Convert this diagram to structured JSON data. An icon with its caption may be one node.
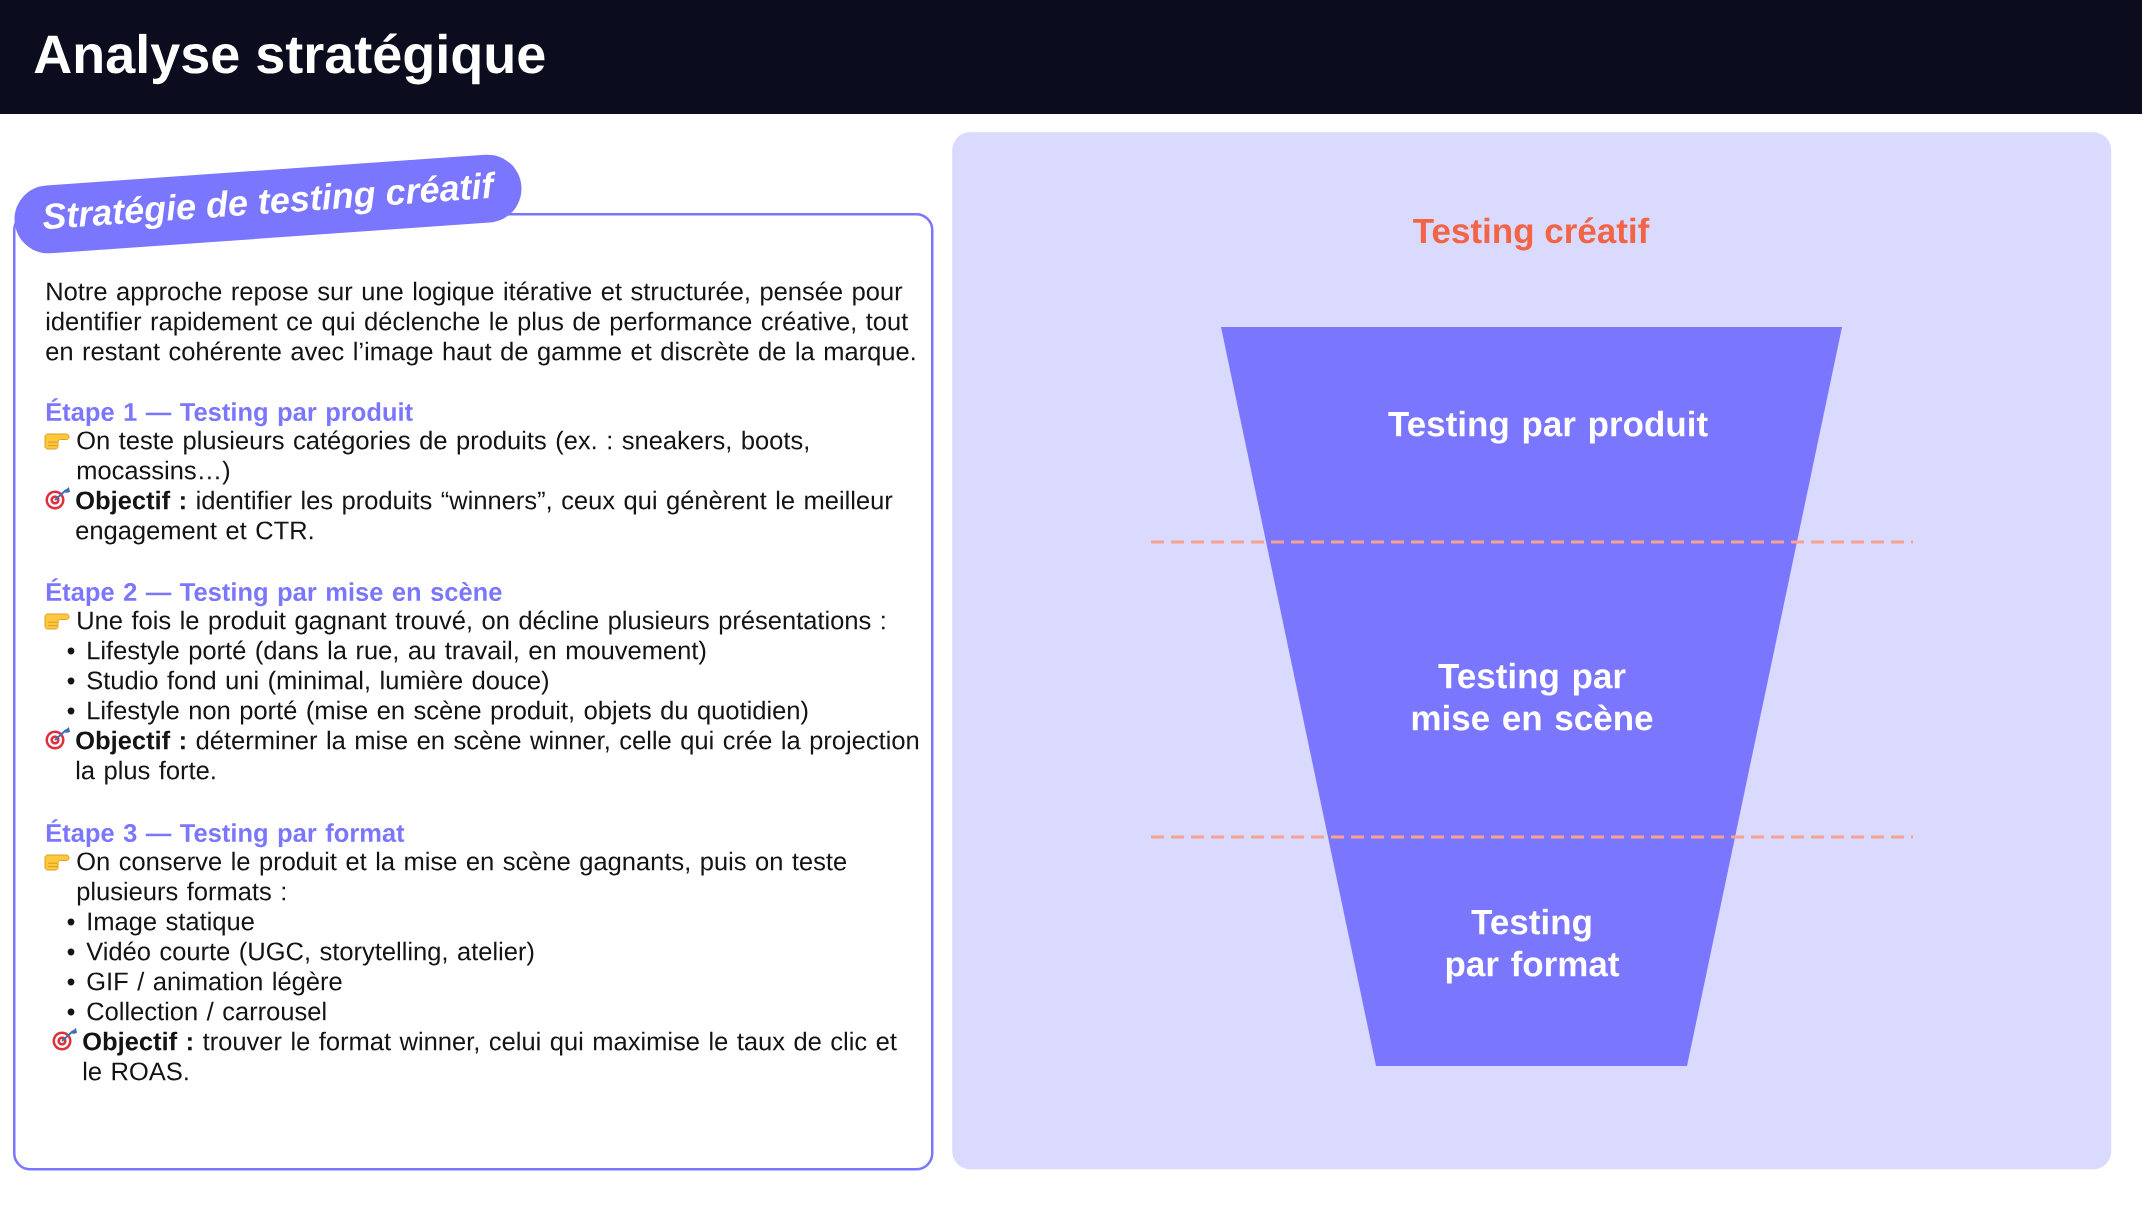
{
  "diagram": {
    "title": "Analyse stratégique",
    "nodes": [
      {
        "text": [
          "Stratégie de testing créatif",
          "Notre approche repose sur une logique itérative et structurée, pensée pour identifier rapidement ce qui déclenche le plus de performance créative, tout en restant cohérente avec l’image haut de gamme et discrète de la marque.",
          "Étape 1 — Testing par produit",
          "On teste plusieurs catégories de produits (ex. : sneakers, boots, mocassins…)",
          "**Objectif :** identifier les produits “winners”, ceux qui génèrent le meilleur engagement et CTR.",
          "Étape 2 — Testing par mise en scène",
          "Une fois le produit gagnant trouvé, on décline plusieurs présentations :",
          "Lifestyle porté (dans la rue, au travail, en mouvement)",
          "Studio fond uni (minimal, lumière douce)",
          "Lifestyle non porté (mise en scène produit, objets du quotidien)",
          "**Objectif :** déterminer la mise en scène winner, celle qui crée la projection la plus forte.",
          "Étape 3 — Testing par format",
          "On conserve le produit et la mise en scène gagnants, puis on teste plusieurs formats :",
          "Image statique",
          "Vidéo courte (UGC, storytelling, atelier)",
          "GIF / animation légère",
          "Collection / carrousel",
          "**Objectif :** trouver le format winner, celui qui maximise le taux de clic et le ROAS."
        ]
      },
      {
        "text": [
          "Testing créatif"
        ]
      },
      {
        "text": [
          "Testing par produit"
        ],
        "in": 1
      },
      {
        "text": [
          "Testing par mise en scène"
        ],
        "in": 1
      },
      {
        "text": [
          "Testing par format"
        ],
        "in": 1
      }
    ]
  }
}
